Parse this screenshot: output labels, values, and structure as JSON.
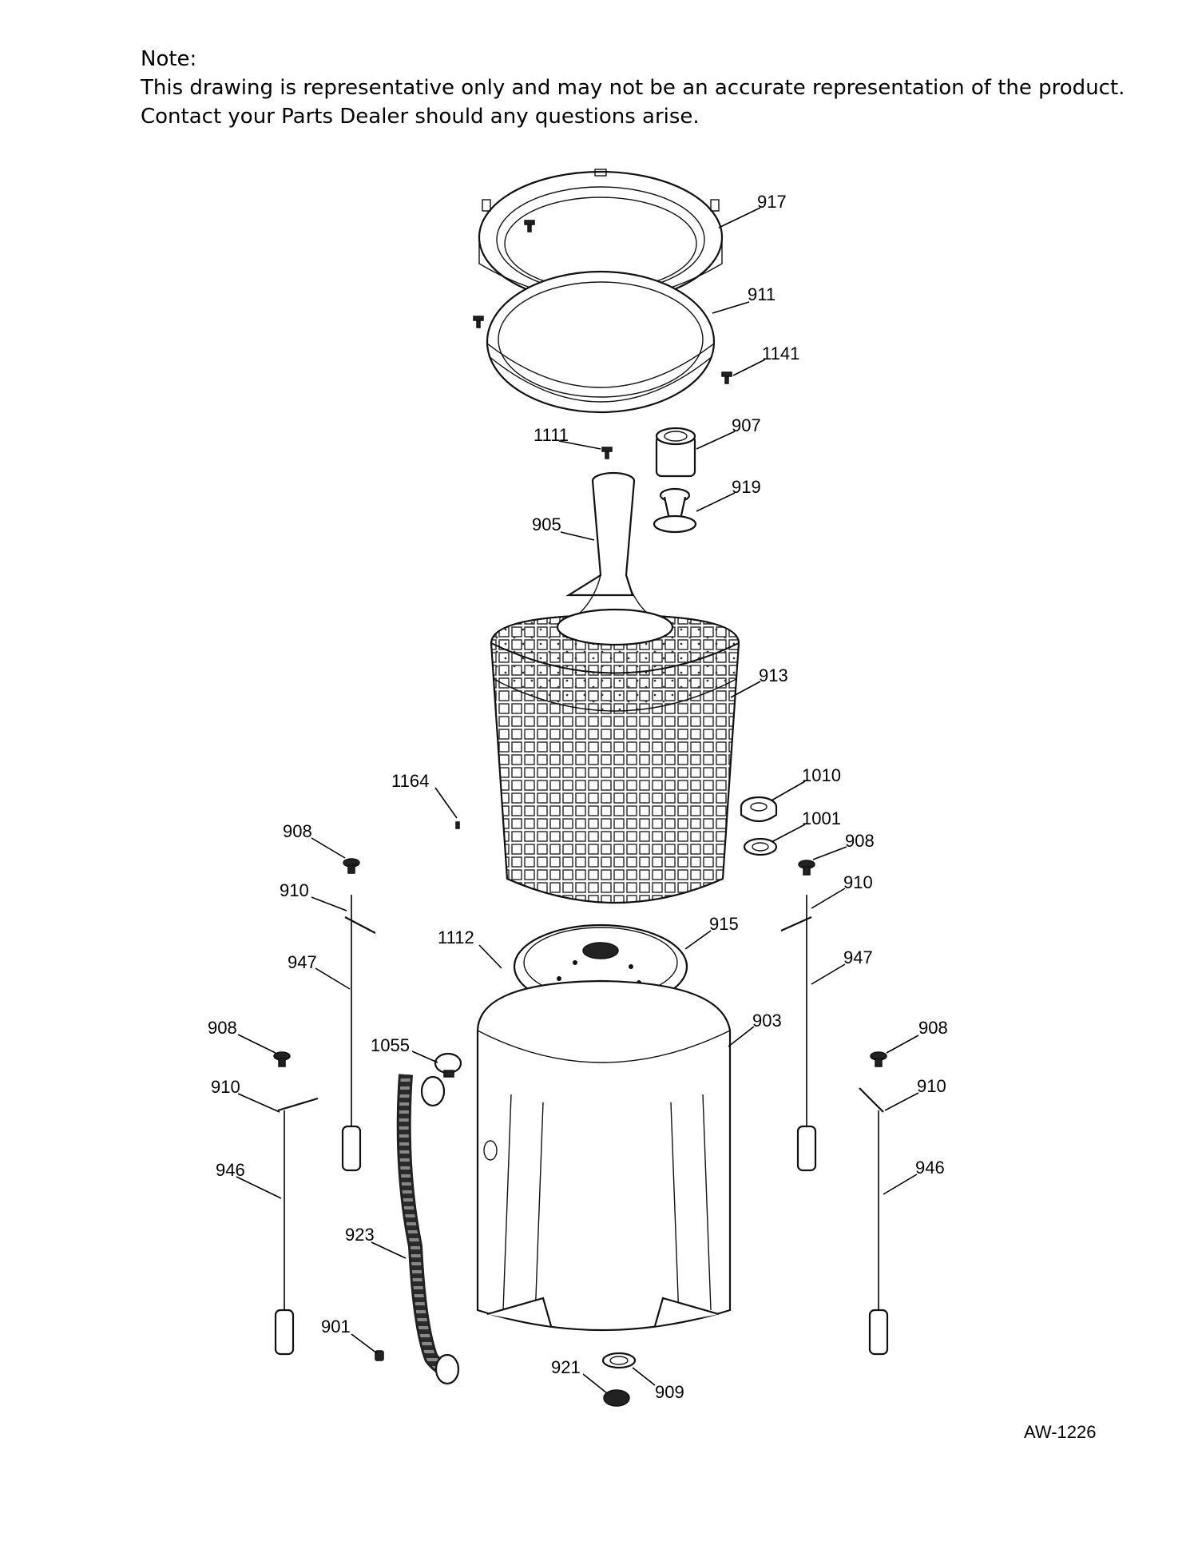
{
  "note": {
    "heading": "Note:",
    "line1": "This drawing is representative only and may not be an accurate representation of the product.",
    "line2": "Contact your Parts Dealer should any questions arise."
  },
  "diagram_ref": "AW-1226",
  "labels": {
    "p917": "917",
    "p911": "911",
    "p1141": "1141",
    "p1111": "1111",
    "p907": "907",
    "p919": "919",
    "p905": "905",
    "p913": "913",
    "p1164": "1164",
    "p1010": "1010",
    "p1001": "1001",
    "p908_ul": "908",
    "p908_ur": "908",
    "p910_ul": "910",
    "p910_ur": "910",
    "p1112": "1112",
    "p915": "915",
    "p947_l": "947",
    "p947_r": "947",
    "p903": "903",
    "p908_ll": "908",
    "p908_lr": "908",
    "p1055": "1055",
    "p910_ll": "910",
    "p910_lr": "910",
    "p946_l": "946",
    "p946_r": "946",
    "p923": "923",
    "p901": "901",
    "p921": "921",
    "p909": "909"
  }
}
